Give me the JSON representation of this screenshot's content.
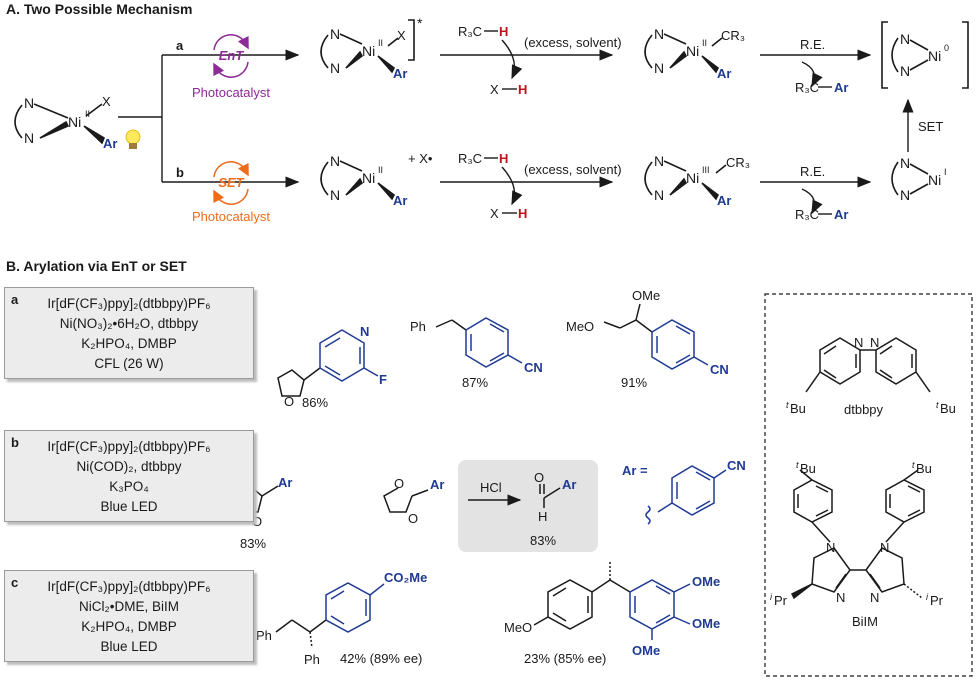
{
  "sectionA": {
    "title": "A. Two Possible Mechanism",
    "path_a": "a",
    "path_b": "b",
    "ent": "EnT",
    "set_circle": "SET",
    "photocatalyst": "Photocatalyst",
    "r3ch": "R₃C",
    "h": "H",
    "excess": "(excess, solvent)",
    "xh_x": "X",
    "re": "R.E.",
    "r3c_ar_r3c": "R₃C",
    "ar": "Ar",
    "set_arrow": "SET",
    "x_radical": "+ X•",
    "n": "N",
    "ni": "Ni",
    "cr3": "CR₃",
    "ox_ii": "II",
    "ox_iii": "III",
    "ox_i": "I",
    "ox_0": "0",
    "star": "*"
  },
  "sectionB": {
    "title": "B. Arylation via EnT or SET",
    "conditions": [
      {
        "label": "a",
        "lines": [
          "Ir[dF(CF₃)ppy]₂(dtbbpy)PF₆",
          "Ni(NO₃)₂•6H₂O, dtbbpy",
          "K₂HPO₄, DMBP",
          "CFL (26 W)"
        ]
      },
      {
        "label": "b",
        "lines": [
          "Ir[dF(CF₃)ppy]₂(dtbbpy)PF₆",
          "Ni(COD)₂, dtbbpy",
          "K₃PO₄",
          "Blue LED"
        ]
      },
      {
        "label": "c",
        "lines": [
          "Ir[dF(CF₃)ppy]₂(dtbbpy)PF₆",
          "NiCl₂•DME, BiIM",
          "K₂HPO₄, DMBP",
          "Blue LED"
        ]
      }
    ],
    "yields": {
      "a1": "86%",
      "a2": "87%",
      "a3": "91%",
      "b1": "83%",
      "b2": "83%",
      "c1": "42% (89% ee)",
      "c2": "23% (85% ee)"
    },
    "labels": {
      "F": "F",
      "CN": "CN",
      "Ph": "Ph",
      "OMe": "OMe",
      "MeO": "MeO",
      "O": "O",
      "N": "N",
      "Ar": "Ar",
      "Ar_eq": "Ar =",
      "HCl": "HCl",
      "H": "H",
      "CO2Me": "CO₂Me",
      "tBu": "Bu",
      "t": "t",
      "iPr": "Pr",
      "i": "i",
      "dtbbpy": "dtbbpy",
      "BiIM": "BiIM"
    }
  }
}
